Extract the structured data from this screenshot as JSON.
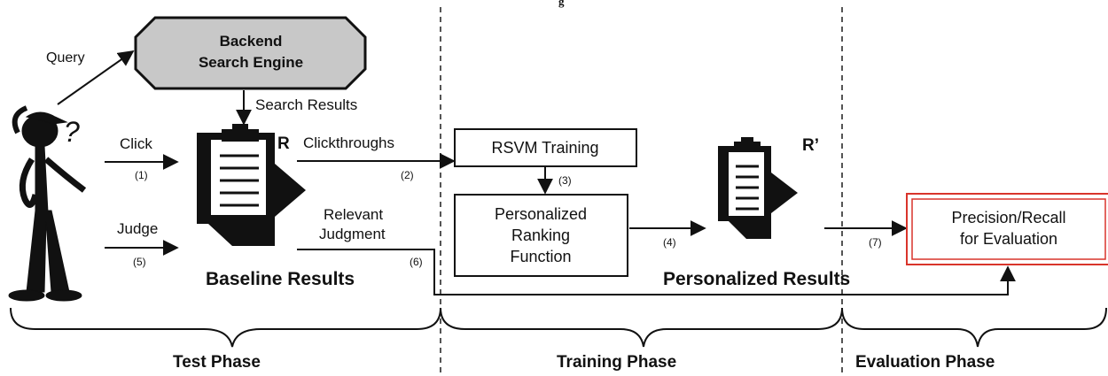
{
  "caption_fragment": "g",
  "backend": {
    "line1": "Backend",
    "line2": "Search Engine"
  },
  "labels": {
    "query": "Query",
    "search_results": "Search Results",
    "click": "Click",
    "judge": "Judge",
    "clickthroughs": "Clickthroughs",
    "relevant": "Relevant",
    "judgment": "Judgment",
    "question_mark": "?"
  },
  "steps": {
    "s1": "(1)",
    "s2": "(2)",
    "s3": "(3)",
    "s4": "(4)",
    "s5": "(5)",
    "s6": "(6)",
    "s7": "(7)"
  },
  "results": {
    "r": "R",
    "r_prime": "R’",
    "baseline": "Baseline Results",
    "personalized": "Personalized Results"
  },
  "boxes": {
    "rsvm": "RSVM Training",
    "ranking_line1": "Personalized",
    "ranking_line2": "Ranking",
    "ranking_line3": "Function",
    "eval_line1": "Precision/Recall",
    "eval_line2": "for Evaluation"
  },
  "phases": {
    "test": "Test Phase",
    "training": "Training Phase",
    "evaluation": "Evaluation Phase"
  },
  "colors": {
    "ink": "#111111",
    "engine_fill": "#c8c8c8",
    "eval_border": "#d9342b",
    "divider": "#555555",
    "divider_red": "#b07a74"
  }
}
